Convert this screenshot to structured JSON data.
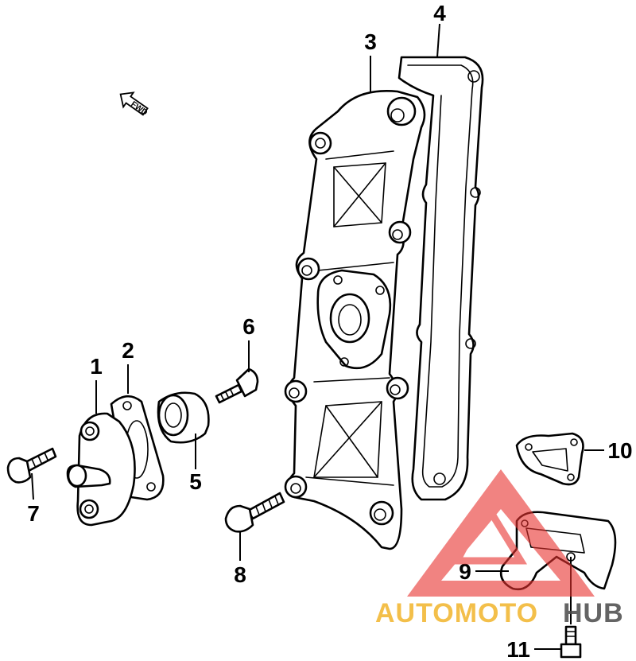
{
  "callouts": {
    "c1": "1",
    "c2": "2",
    "c3": "3",
    "c4": "4",
    "c5": "5",
    "c6": "6",
    "c7": "7",
    "c8": "8",
    "c9": "9",
    "c10": "10",
    "c11": "11"
  },
  "direction_arrow": {
    "label": "FWD"
  },
  "watermark": {
    "word_light": "AUTOMOTO",
    "word_dark": "HUB",
    "colors": {
      "triangle": "#e8322f",
      "light": "#f2b52b",
      "dark": "#4a4a4a"
    }
  }
}
